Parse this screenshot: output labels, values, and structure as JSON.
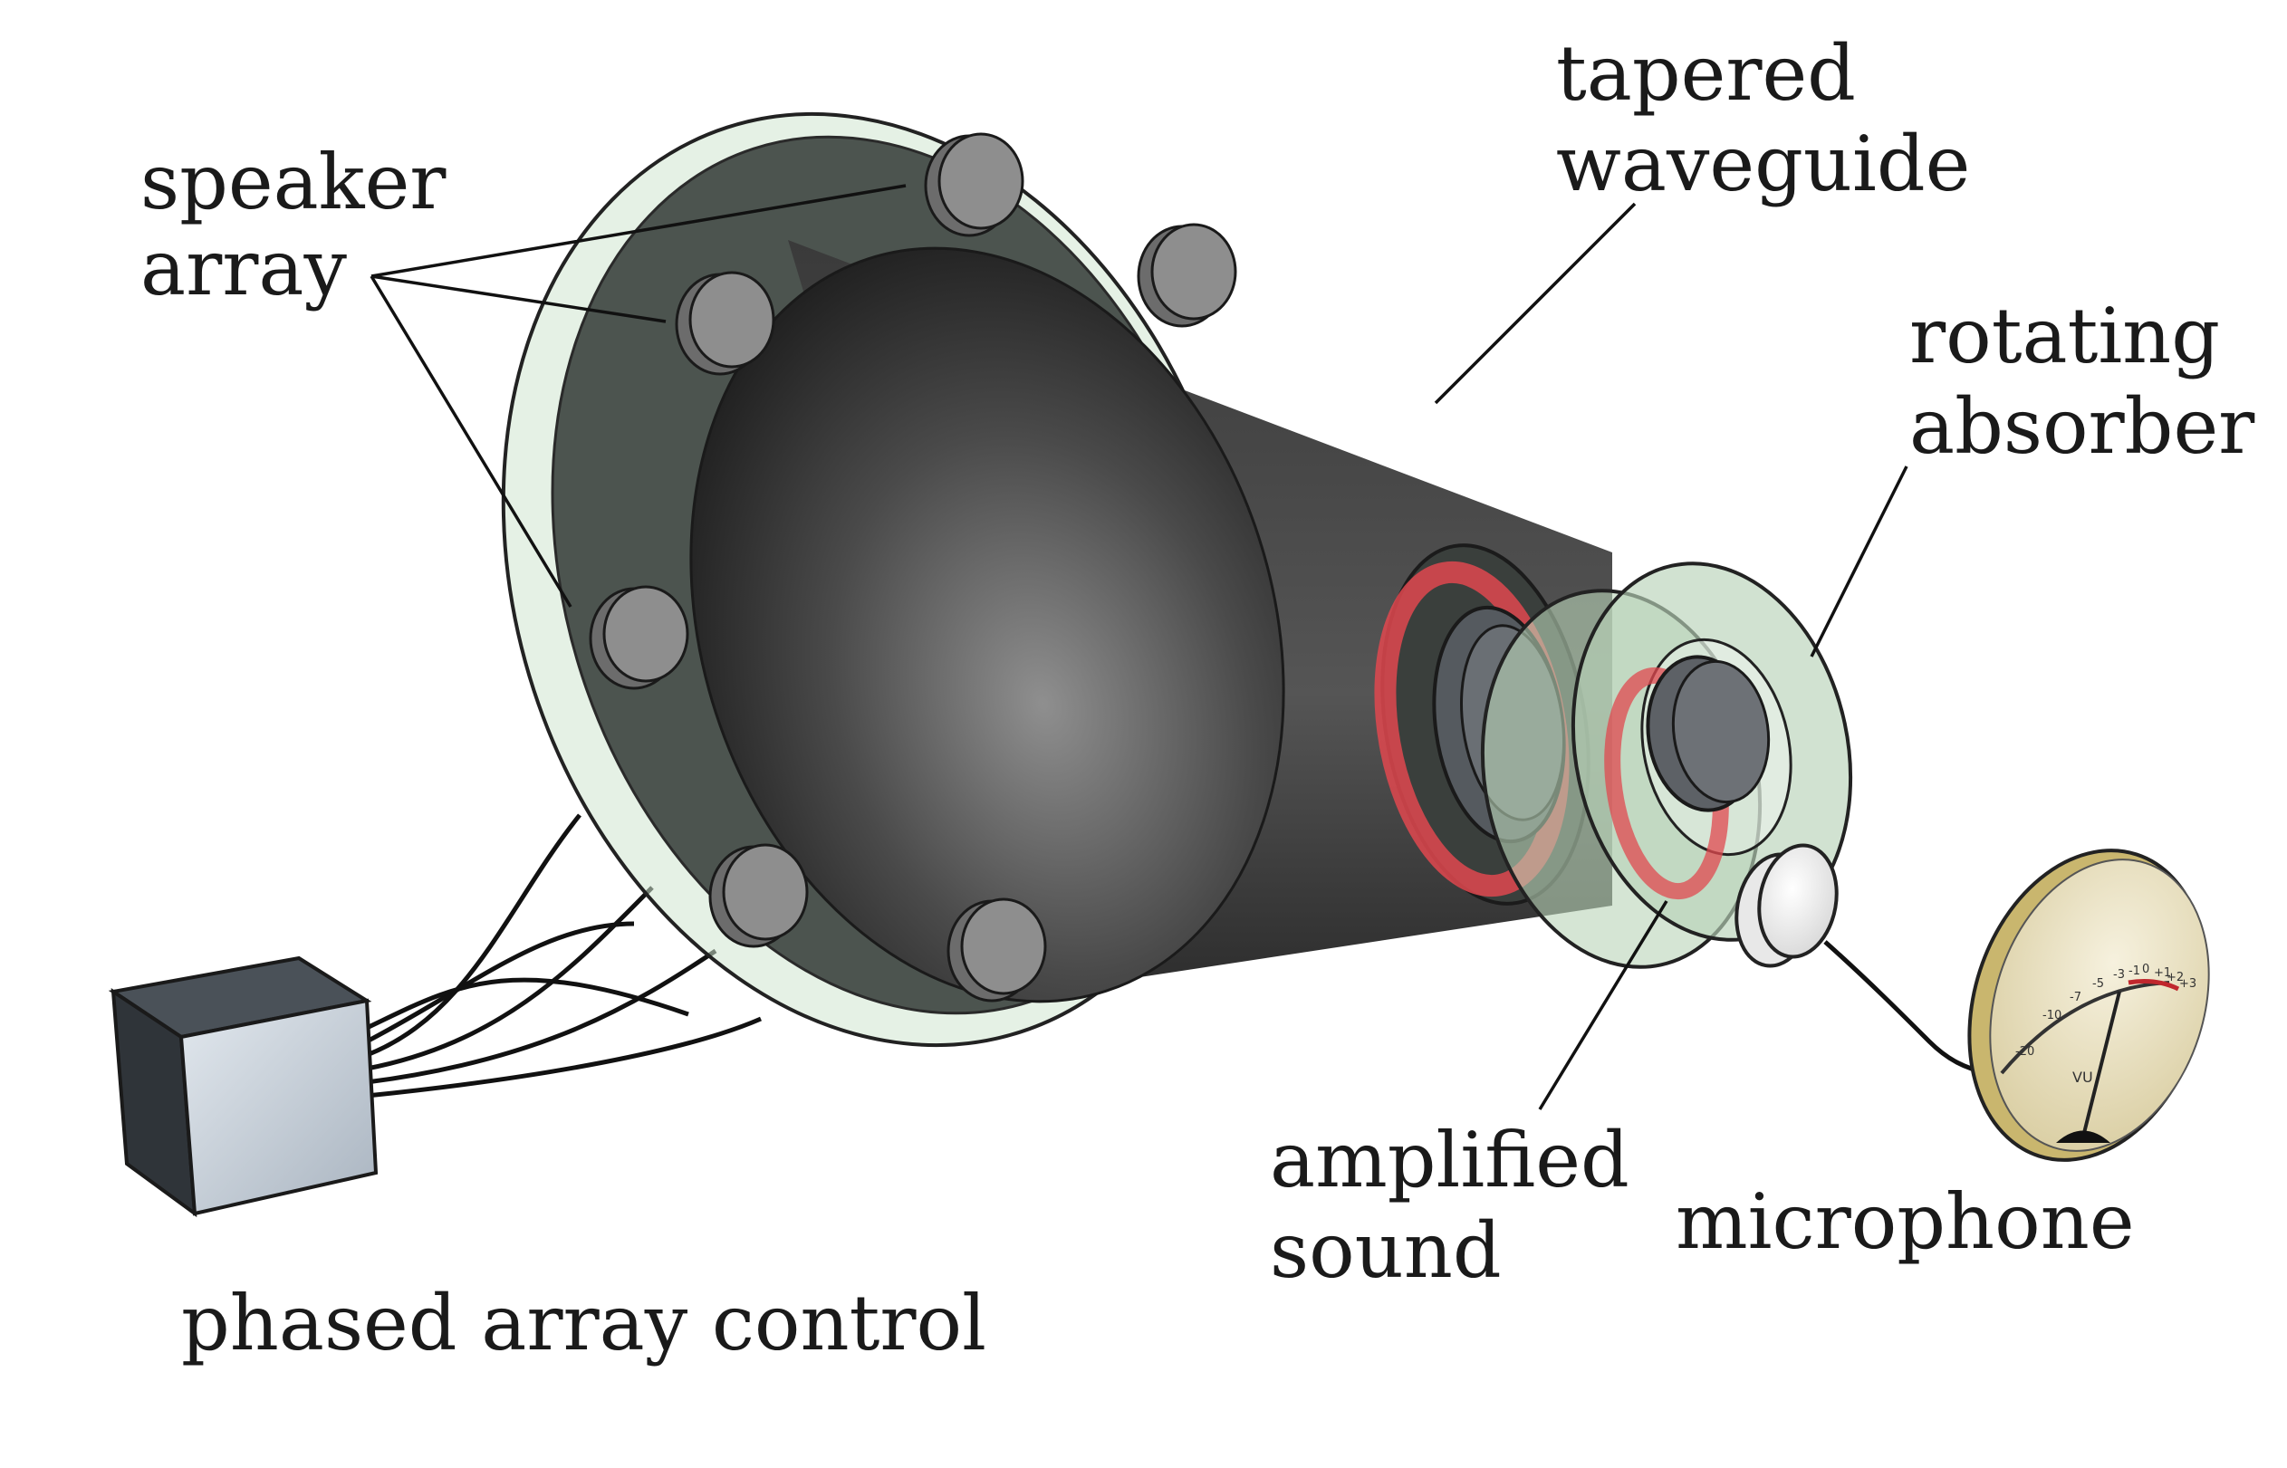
{
  "labels": {
    "speaker_array": [
      "speaker",
      "array"
    ],
    "tapered_waveguide": [
      "tapered",
      "waveguide"
    ],
    "rotating_absorber": [
      "rotating",
      "absorber"
    ],
    "amplified_sound": [
      "amplified",
      "sound"
    ],
    "microphone": "microphone",
    "phased_array_control": "phased array control"
  },
  "meter": {
    "scale_ticks": [
      "-20",
      "-10",
      "-7",
      "-5",
      "-3",
      "-1",
      "0",
      "+1",
      "+2",
      "+3"
    ],
    "unit_label": "VU"
  },
  "colors": {
    "cone_dark": "#2b2b2b",
    "cone_light": "#8a8a8a",
    "flange_green": "#bcd8bf",
    "ring_red": "#e0484f",
    "speaker_gray": "#8e8e8e",
    "control_box_light": "#cfd6de",
    "meter_gold": "#d8c894"
  }
}
